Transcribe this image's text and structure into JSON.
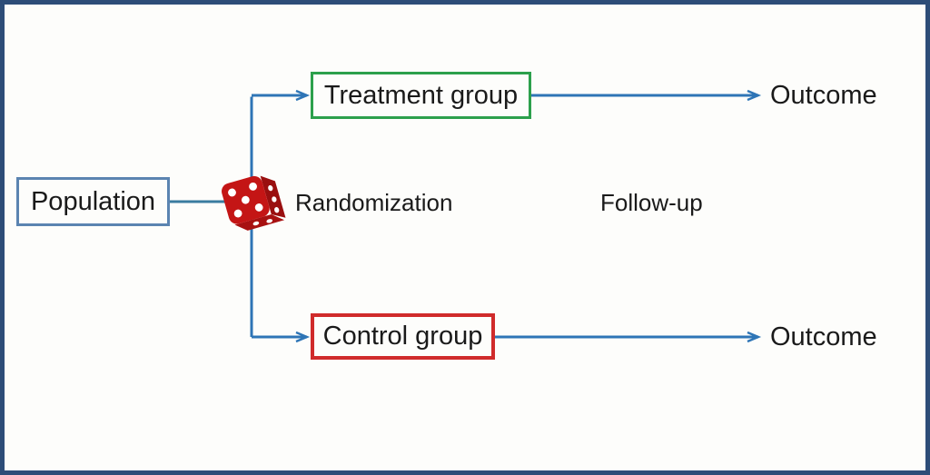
{
  "diagram": {
    "description": "Randomized controlled trial flow diagram",
    "nodes": {
      "population": {
        "label": "Population"
      },
      "treatment": {
        "label": "Treatment group"
      },
      "control": {
        "label": "Control group"
      }
    },
    "labels": {
      "randomization": "Randomization",
      "follow_up": "Follow-up",
      "outcome_top": "Outcome",
      "outcome_bottom": "Outcome"
    },
    "icons": {
      "randomizer": "dice-icon"
    },
    "colors": {
      "frame_border": "#2d4d78",
      "background": "#fdfdfb",
      "connector": "#2e75b6",
      "connector_pop": "#3a7ca0",
      "population_border": "#5b84b1",
      "treatment_border": "#2ca04c",
      "control_border": "#d02b2b",
      "dice_front": "#c41515",
      "dice_side": "#9a0f0f",
      "dice_bottom": "#a81111",
      "text": "#1a1a1a"
    }
  }
}
